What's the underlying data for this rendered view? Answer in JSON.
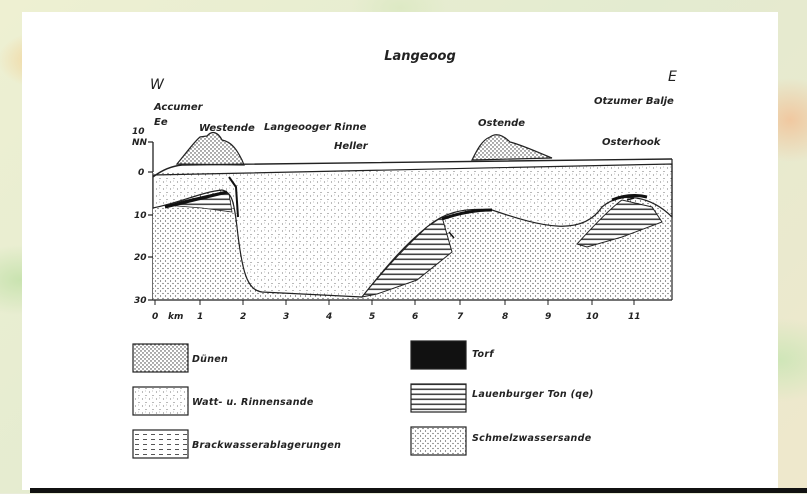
{
  "title": "Langeoog",
  "directions": {
    "west": "W",
    "east": "E"
  },
  "place_labels": {
    "accumer_line1": "Accumer",
    "accumer_line2": "Ee",
    "westende": "Westende",
    "langeooger_rinne": "Langeooger Rinne",
    "heller": "Heller",
    "ostende": "Ostende",
    "otzumer_balje": "Otzumer Balje",
    "osterhook": "Osterhook"
  },
  "y_axis": {
    "top_label": "10",
    "unit": "NN",
    "ticks": [
      "0",
      "10",
      "20",
      "30"
    ]
  },
  "x_axis": {
    "ticks": [
      "0",
      "1",
      "2",
      "3",
      "4",
      "5",
      "6",
      "7",
      "8",
      "9",
      "10",
      "11"
    ],
    "unit": "km"
  },
  "legend": [
    {
      "label": "Dünen",
      "pattern": "dense-dots"
    },
    {
      "label": "Watt- u. Rinnensande",
      "pattern": "sparse-dots"
    },
    {
      "label": "Brackwasserablagerungen",
      "pattern": "dashes"
    },
    {
      "label": "Torf",
      "pattern": "solid-black"
    },
    {
      "label": "Lauenburger Ton (qe)",
      "pattern": "horizontal-lines"
    },
    {
      "label": "Schmelzwassersande",
      "pattern": "medium-dots"
    }
  ],
  "colors": {
    "ink": "#222222",
    "paper": "#ffffff"
  }
}
